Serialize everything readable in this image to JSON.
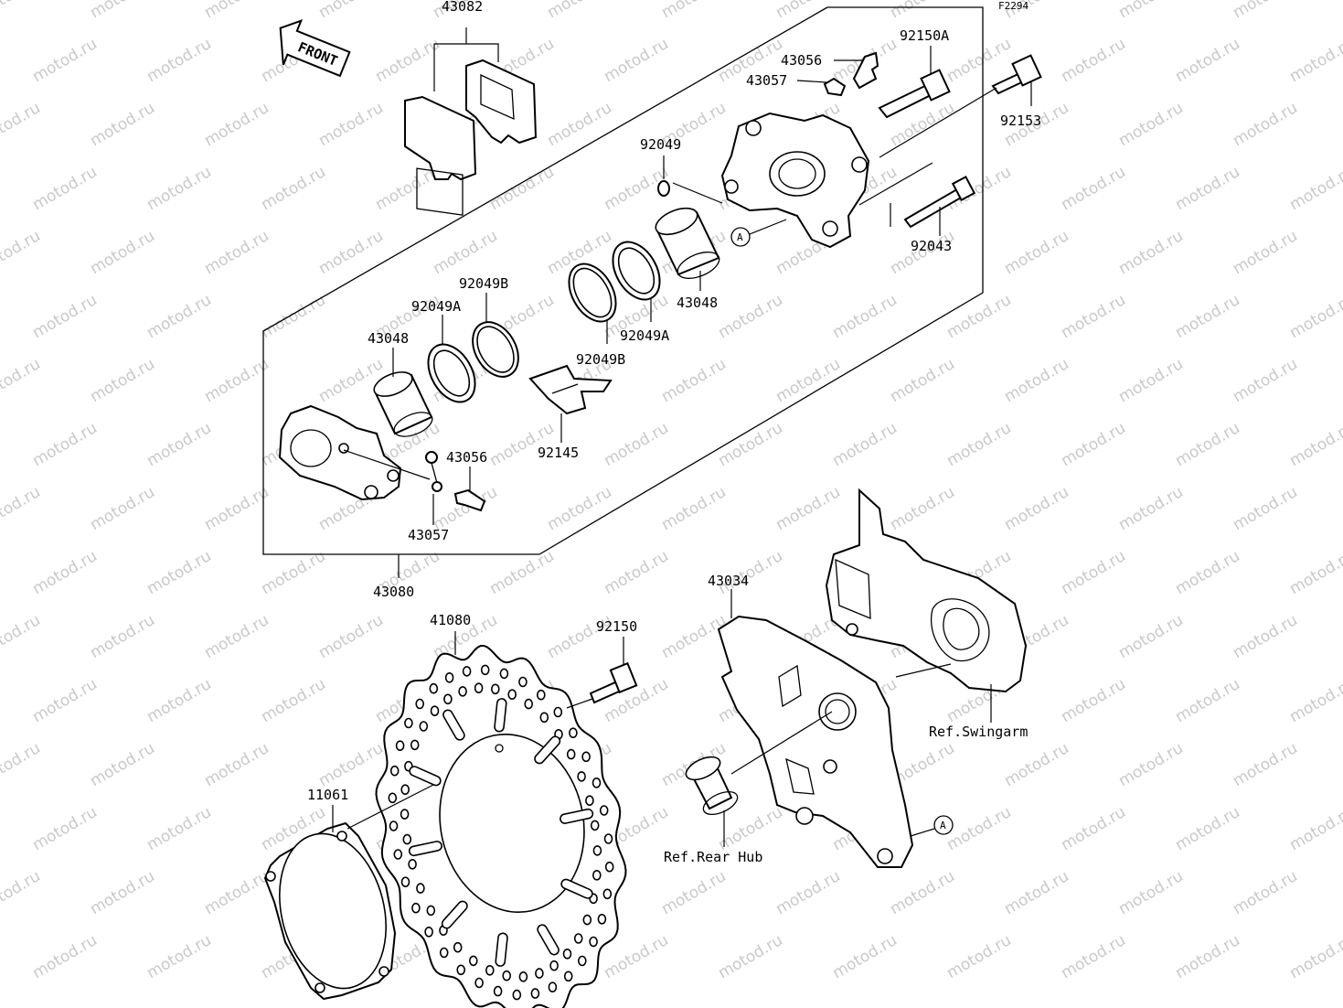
{
  "figure_code": "F2294",
  "watermark": "motod.ru",
  "front_label": "FRONT",
  "reference_mark": "A",
  "labels": {
    "p43082": "43082",
    "p43056_top": "43056",
    "p43057_top": "43057",
    "p92150A": "92150A",
    "p92153": "92153",
    "p92049": "92049",
    "p92043": "92043",
    "p43048_right": "43048",
    "p92049B_left": "92049B",
    "p92049A_left": "92049A",
    "p43048_left": "43048",
    "p92049A_right": "92049A",
    "p92049B_right": "92049B",
    "p92145": "92145",
    "p43056_bottom": "43056",
    "p43057_bottom": "43057",
    "p43080": "43080",
    "p43034": "43034",
    "p41080": "41080",
    "p92150": "92150",
    "p11061": "11061",
    "ref_swingarm": "Ref.Swingarm",
    "ref_rear_hub": "Ref.Rear Hub"
  }
}
